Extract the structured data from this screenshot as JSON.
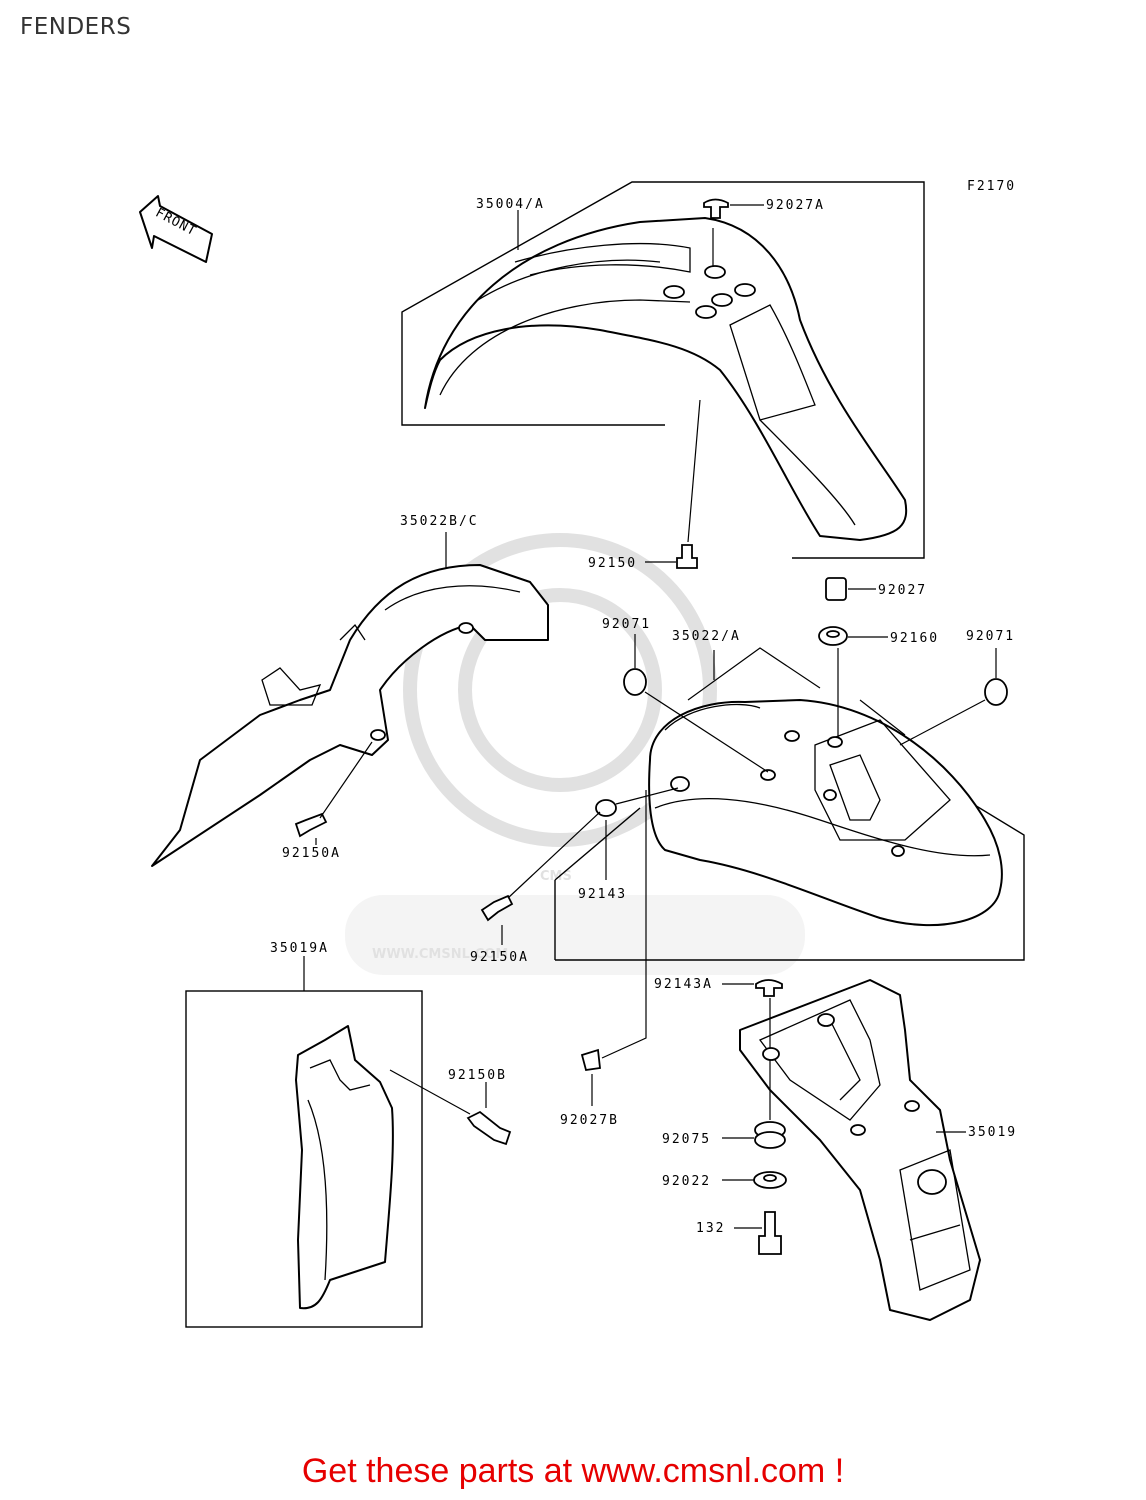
{
  "page": {
    "title": "FENDERS"
  },
  "diagram": {
    "code": "F2170",
    "front_arrow_label": "FRONT",
    "watermark_text": "WWW.CMSNL.COM",
    "watermark_logo_text": "CMS",
    "parts": [
      {
        "id": "p35004",
        "label": "35004/A"
      },
      {
        "id": "p92027A",
        "label": "92027A"
      },
      {
        "id": "p92150",
        "label": "92150"
      },
      {
        "id": "p35022BC",
        "label": "35022B/C"
      },
      {
        "id": "p92027",
        "label": "92027"
      },
      {
        "id": "p92071a",
        "label": "92071"
      },
      {
        "id": "p35022A",
        "label": "35022/A"
      },
      {
        "id": "p92160",
        "label": "92160"
      },
      {
        "id": "p92071b",
        "label": "92071"
      },
      {
        "id": "p92150A1",
        "label": "92150A"
      },
      {
        "id": "p92143",
        "label": "92143"
      },
      {
        "id": "p92150A2",
        "label": "92150A"
      },
      {
        "id": "p35019A",
        "label": "35019A"
      },
      {
        "id": "p92143A",
        "label": "92143A"
      },
      {
        "id": "p92150B",
        "label": "92150B"
      },
      {
        "id": "p92027B",
        "label": "92027B"
      },
      {
        "id": "p92075",
        "label": "92075"
      },
      {
        "id": "p35019",
        "label": "35019"
      },
      {
        "id": "p92022",
        "label": "92022"
      },
      {
        "id": "p132",
        "label": "132"
      }
    ]
  },
  "footer": {
    "cta": "Get these parts at www.cmsnl.com !"
  },
  "colors": {
    "cta": "#e60000",
    "line": "#000000"
  }
}
